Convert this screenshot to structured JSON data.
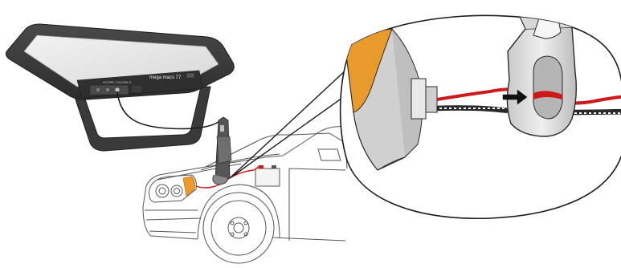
{
  "device": {
    "brand_label": "mega macs 77",
    "port_labels": [
      "SCOPE 1",
      "SCOPE 2"
    ]
  },
  "colors": {
    "measuring_cable": "#cc1a1a",
    "ground_cable": "#222222",
    "lamp_highlight": "#e89a2a",
    "device_body": "#3d3d3d",
    "screen": "#e6e6e6",
    "outline": "#6a6a6a"
  },
  "icons": {
    "current_direction": "arrow-right-icon"
  }
}
